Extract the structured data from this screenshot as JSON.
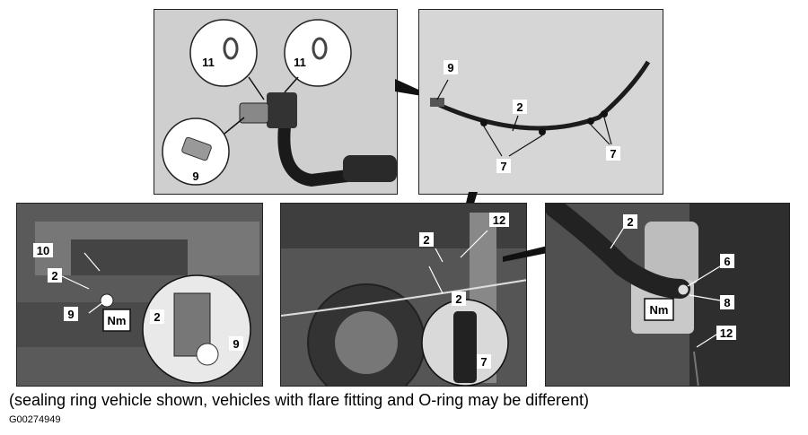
{
  "caption": "(sealing ring vehicle shown, vehicles with flare fitting and O-ring may be different)",
  "figure_code": "G00274949",
  "callouts": {
    "c2": "2",
    "c6": "6",
    "c7": "7",
    "c8": "8",
    "c9": "9",
    "c10": "10",
    "c11": "11",
    "c12": "12",
    "nm": "Nm"
  }
}
